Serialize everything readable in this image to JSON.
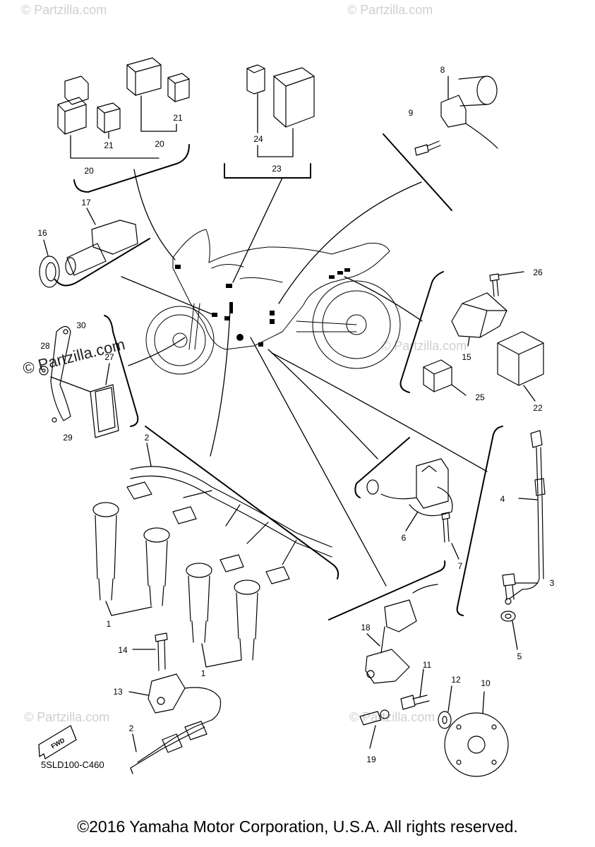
{
  "diagram": {
    "drawing_code": "5SLD100-C460",
    "fwd_label": "FWD",
    "copyright": "©2016 Yamaha Motor Corporation, U.S.A. All rights reserved.",
    "watermark": "© Partzilla.com",
    "callouts": {
      "c1a": "1",
      "c1b": "1",
      "c2a": "2",
      "c2b": "2",
      "c3": "3",
      "c4": "4",
      "c5": "5",
      "c6": "6",
      "c7": "7",
      "c8": "8",
      "c9": "9",
      "c10": "10",
      "c11": "11",
      "c12": "12",
      "c13": "13",
      "c14": "14",
      "c15": "15",
      "c16": "16",
      "c17": "17",
      "c18": "18",
      "c19": "19",
      "c20a": "20",
      "c20b": "20",
      "c21a": "21",
      "c21b": "21",
      "c22": "22",
      "c23": "23",
      "c24": "24",
      "c25": "25",
      "c26": "26",
      "c27": "27",
      "c28": "28",
      "c29": "29",
      "c30": "30"
    }
  }
}
